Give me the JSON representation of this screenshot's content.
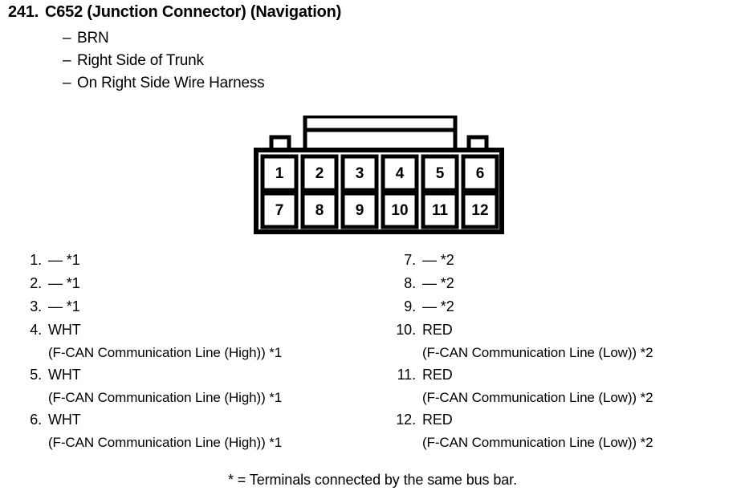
{
  "header": {
    "item_number": "241.",
    "title": "C652 (Junction Connector) (Navigation)",
    "bullets": [
      {
        "dash": "–",
        "text": "BRN"
      },
      {
        "dash": "–",
        "text": "Right Side of Trunk"
      },
      {
        "dash": "–",
        "text": "On Right Side Wire Harness"
      }
    ]
  },
  "connector": {
    "name": "connector-12-pin-diagram",
    "total_pins": 12,
    "columns": 6,
    "rows": 2,
    "top_row_labels": [
      "1",
      "2",
      "3",
      "4",
      "5",
      "6"
    ],
    "bottom_row_labels": [
      "7",
      "8",
      "9",
      "10",
      "11",
      "12"
    ],
    "outline_color": "#000000",
    "cell_fill": "#ffffff"
  },
  "pins": {
    "left": [
      {
        "num": "1.",
        "wire": "— *1",
        "desc": ""
      },
      {
        "num": "2.",
        "wire": "— *1",
        "desc": ""
      },
      {
        "num": "3.",
        "wire": "— *1",
        "desc": ""
      },
      {
        "num": "4.",
        "wire": "WHT",
        "desc": "(F-CAN Communication Line (High)) *1"
      },
      {
        "num": "5.",
        "wire": "WHT",
        "desc": "(F-CAN Communication Line (High)) *1"
      },
      {
        "num": "6.",
        "wire": "WHT",
        "desc": "(F-CAN Communication Line (High)) *1"
      }
    ],
    "right": [
      {
        "num": "7.",
        "wire": "— *2",
        "desc": ""
      },
      {
        "num": "8.",
        "wire": "— *2",
        "desc": ""
      },
      {
        "num": "9.",
        "wire": "— *2",
        "desc": ""
      },
      {
        "num": "10.",
        "wire": "RED",
        "desc": "(F-CAN Communication Line (Low)) *2"
      },
      {
        "num": "11.",
        "wire": "RED",
        "desc": "(F-CAN Communication Line (Low)) *2"
      },
      {
        "num": "12.",
        "wire": "RED",
        "desc": "(F-CAN Communication Line (Low)) *2"
      }
    ]
  },
  "footnote": "* = Terminals connected by the same bus bar."
}
